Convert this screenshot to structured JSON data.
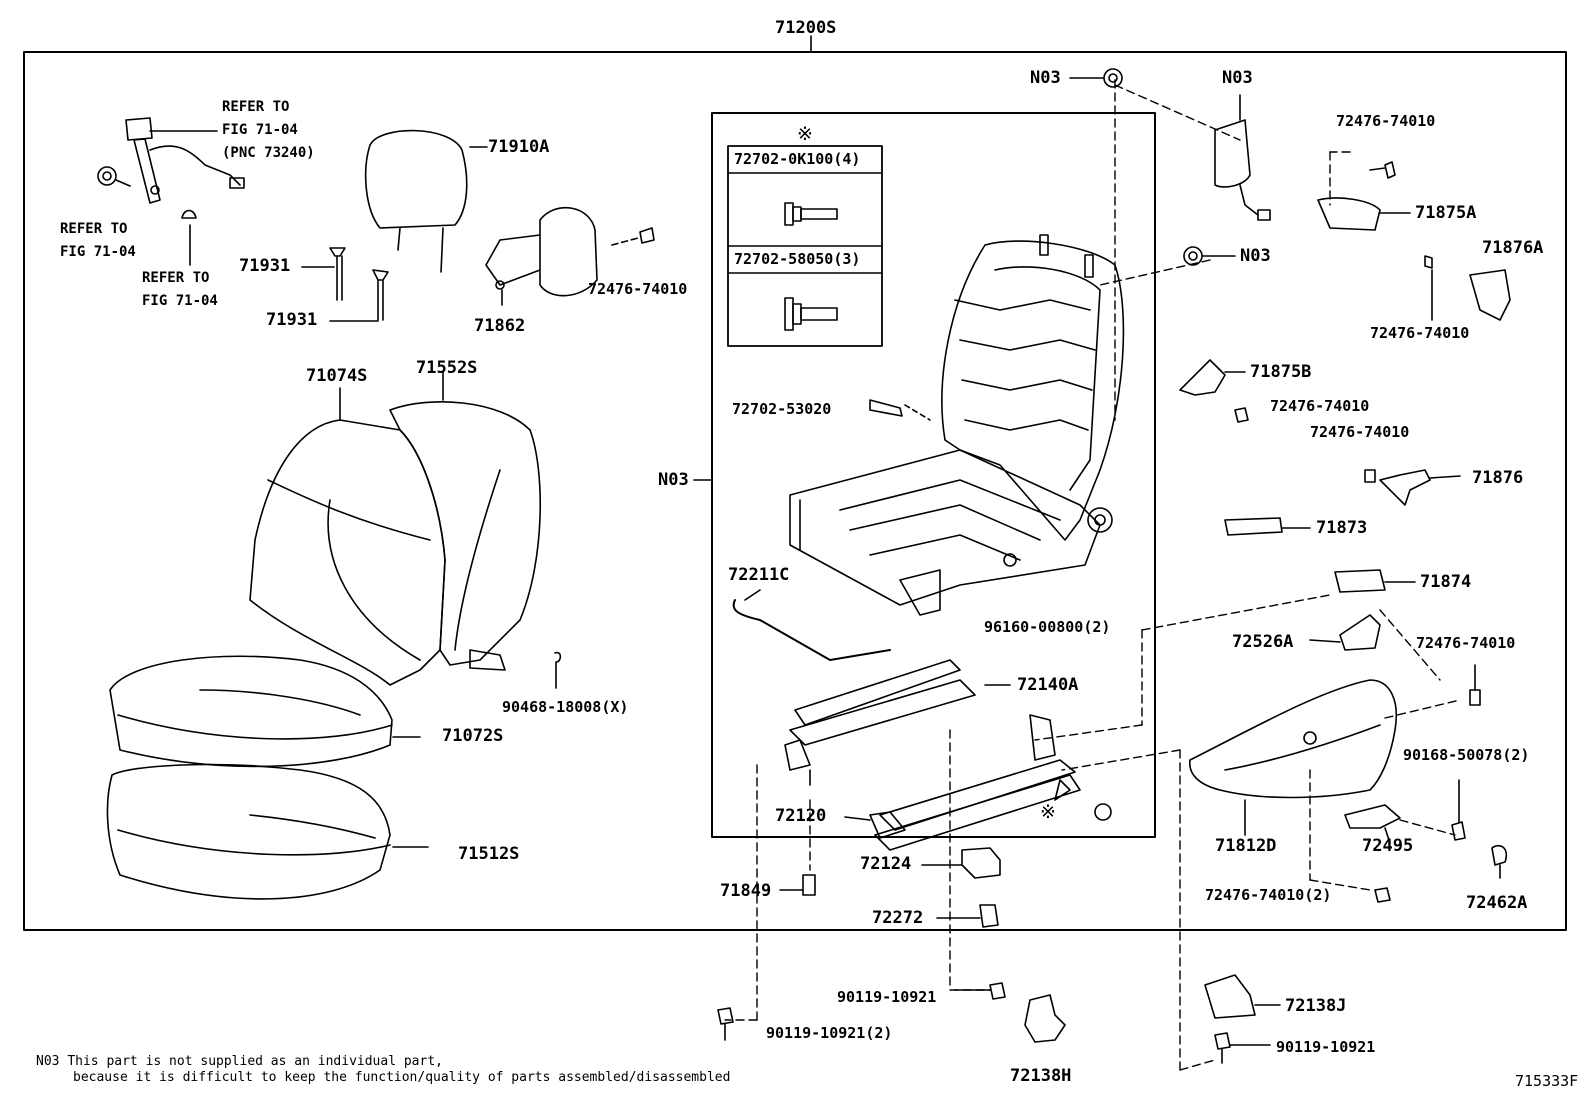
{
  "diagram_id": "715333F",
  "assembly_label": "71200S",
  "star_symbol": "※",
  "inset_box": {
    "items": [
      {
        "part": "72702-0K100(4)"
      },
      {
        "part": "72702-58050(3)"
      }
    ]
  },
  "labels": {
    "refer_belt": [
      "REFER TO",
      "FIG 71-04",
      "(PNC 73240)"
    ],
    "refer_left": [
      "REFER TO",
      "FIG 71-04"
    ],
    "refer_mid": [
      "REFER TO",
      "FIG 71-04"
    ],
    "p71910A": "71910A",
    "p71931a": "71931",
    "p71931b": "71931",
    "p71862": "71862",
    "p72476_top": "72476-74010",
    "p71074S": "71074S",
    "p71552S": "71552S",
    "p90468": "90468-18008(X)",
    "p71072S": "71072S",
    "p71512S": "71512S",
    "n03_top": "N03",
    "n03_right_top": "N03",
    "n03_mid": "N03",
    "n03_left": "N03",
    "p72702_53020": "72702-53020",
    "p72211C": "72211C",
    "p96160": "96160-00800(2)",
    "p72140A": "72140A",
    "p72120": "72120",
    "p72124": "72124",
    "p72272": "72272",
    "p71849": "71849",
    "p90119_a": "90119-10921",
    "p90119_b": "90119-10921(2)",
    "p72138H": "72138H",
    "p72138J": "72138J",
    "p90119_c": "90119-10921",
    "p72476_r1": "72476-74010",
    "p71875A": "71875A",
    "p71876A": "71876A",
    "p72476_r2": "72476-74010",
    "p71875B": "71875B",
    "p72476_r3": "72476-74010",
    "p72476_r4": "72476-74010",
    "p71876": "71876",
    "p71873": "71873",
    "p71874": "71874",
    "p72526A": "72526A",
    "p72476_r5": "72476-74010",
    "p90168": "90168-50078(2)",
    "p71812D": "71812D",
    "p72495": "72495",
    "p72476_r6": "72476-74010(2)",
    "p72462A": "72462A"
  },
  "footnote": {
    "code": "N03",
    "line1": "This part is not supplied as an individual part,",
    "line2": "because it is difficult to keep the function/quality of parts assembled/disassembled"
  }
}
